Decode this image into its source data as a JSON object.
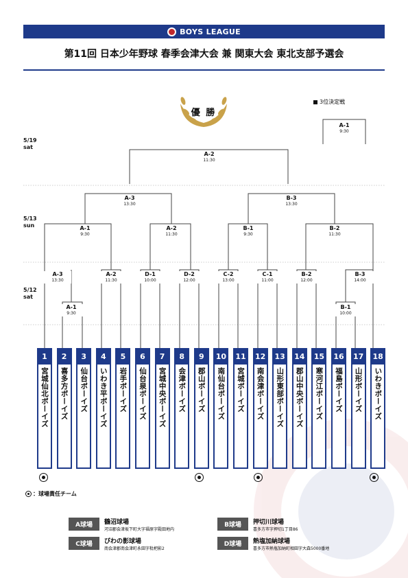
{
  "header": {
    "brand": "BOYS LEAGUE",
    "title": "第11回 日本少年野球 春季会津大会 兼 関東大会 東北支部予選会"
  },
  "champion_label": "優 勝",
  "third_place_label": "3位決定戦",
  "dates": [
    {
      "date": "5/19",
      "day": "sat"
    },
    {
      "date": "5/13",
      "day": "sun"
    },
    {
      "date": "5/12",
      "day": "sat"
    }
  ],
  "matches": {
    "final": {
      "code": "A-2",
      "time": "11:30"
    },
    "third": {
      "code": "A-1",
      "time": "9:30"
    },
    "semi_left": {
      "code": "A-3",
      "time": "13:30"
    },
    "semi_right": {
      "code": "B-3",
      "time": "13:30"
    },
    "qf1": {
      "code": "A-1",
      "time": "9:30"
    },
    "qf2": {
      "code": "A-2",
      "time": "11:30"
    },
    "qf3": {
      "code": "B-1",
      "time": "9:30"
    },
    "qf4": {
      "code": "B-2",
      "time": "11:30"
    },
    "r1_1": {
      "code": "A-3",
      "time": "13:30"
    },
    "r1_1a": {
      "code": "A-1",
      "time": "9:30"
    },
    "r1_2": {
      "code": "A-2",
      "time": "11:30"
    },
    "r1_3": {
      "code": "D-1",
      "time": "10:00"
    },
    "r1_4": {
      "code": "D-2",
      "time": "12:00"
    },
    "r1_5": {
      "code": "C-2",
      "time": "13:00"
    },
    "r1_6": {
      "code": "C-1",
      "time": "11:00"
    },
    "r1_7": {
      "code": "B-2",
      "time": "12:00"
    },
    "r1_8": {
      "code": "B-3",
      "time": "14:00"
    },
    "r1_8a": {
      "code": "B-1",
      "time": "10:00"
    }
  },
  "teams": [
    {
      "num": "1",
      "name": "宮城仙北ボーイズ"
    },
    {
      "num": "2",
      "name": "喜多方ボーイズ"
    },
    {
      "num": "3",
      "name": "仙台ボーイズ"
    },
    {
      "num": "4",
      "name": "いわき平ボーイズ"
    },
    {
      "num": "5",
      "name": "岩手ボーイズ"
    },
    {
      "num": "6",
      "name": "仙台泉ボーイズ"
    },
    {
      "num": "7",
      "name": "宮城中央ボーイズ"
    },
    {
      "num": "8",
      "name": "会津ボーイズ"
    },
    {
      "num": "9",
      "name": "郡山ボーイズ"
    },
    {
      "num": "10",
      "name": "南仙台ボーイズ"
    },
    {
      "num": "11",
      "name": "宮城ボーイズ"
    },
    {
      "num": "12",
      "name": "南会津ボーイズ"
    },
    {
      "num": "13",
      "name": "山形東部ボーイズ"
    },
    {
      "num": "14",
      "name": "郡山中央ボーイズ"
    },
    {
      "num": "15",
      "name": "寒河江ボーイズ"
    },
    {
      "num": "16",
      "name": "福島ボーイズ"
    },
    {
      "num": "17",
      "name": "山形ボーイズ"
    },
    {
      "num": "18",
      "name": "いわきボーイズ"
    }
  ],
  "legend": "：球場責任チーム",
  "venues": [
    {
      "tag": "A球場",
      "name": "鶴沼球場",
      "address": "河沼郡会津坂下町大字福原字殿田地内"
    },
    {
      "tag": "B球場",
      "name": "押切川球場",
      "address": "喜多方市字押切1丁目86"
    },
    {
      "tag": "C球場",
      "name": "びわの影球場",
      "address": "南会津郡南会津町永田字枇杷影2"
    },
    {
      "tag": "D球場",
      "name": "熱塩加納球場",
      "address": "喜多方市熱塩加納町相田字大森5000番地"
    }
  ],
  "colors": {
    "brand": "#1e3a8a",
    "accent": "#c0282d",
    "gold": "#c9a24a",
    "venue_tag": "#555555"
  }
}
